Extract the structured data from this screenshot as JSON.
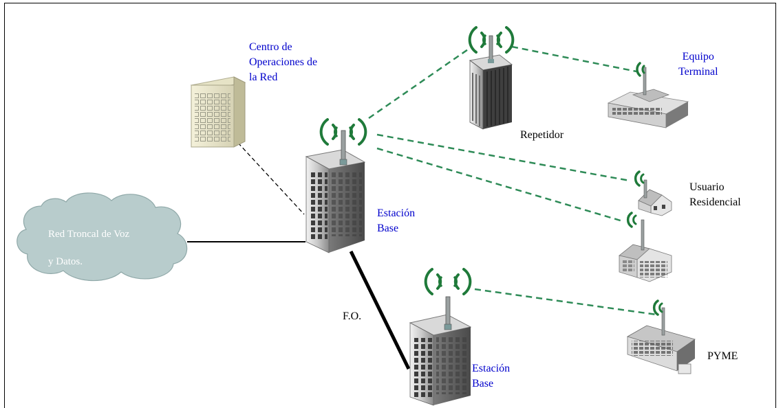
{
  "labels": {
    "noc": [
      "Centro de",
      "Operaciones de",
      "la Red"
    ],
    "equipo_terminal": [
      "Equipo",
      "Terminal"
    ],
    "repetidor": "Repetidor",
    "usuario_residencial": [
      "Usuario",
      "Residencial"
    ],
    "estacion_base_1": [
      "Estación",
      "Base"
    ],
    "estacion_base_2": [
      "Estación",
      "Base"
    ],
    "red_troncal": [
      "Red Troncal de Voz",
      "y Datos."
    ],
    "fo": "F.O.",
    "pyme": "PYME"
  },
  "colors": {
    "label_blue": "#0000cc",
    "wireless_link": "#2e8b57",
    "cloud_fill": "#b8cccc",
    "antenna_green": "#1f7a3a"
  }
}
